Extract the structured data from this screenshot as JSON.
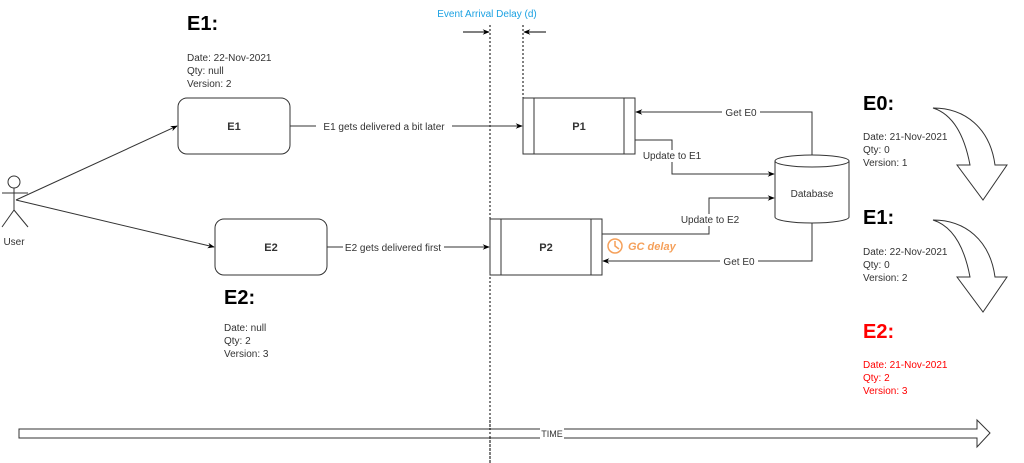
{
  "title": "Event Arrival Delay (d)",
  "actor": {
    "label": "User"
  },
  "events": {
    "e1": {
      "box_label": "E1",
      "heading": "E1:",
      "details": [
        "Date: 22-Nov-2021",
        "Qty: null",
        "Version: 2"
      ],
      "edge_label": "E1 gets delivered a bit later"
    },
    "e2": {
      "box_label": "E2",
      "heading": "E2:",
      "details": [
        "Date: null",
        "Qty: 2",
        "Version: 3"
      ],
      "edge_label": "E2 gets delivered first"
    }
  },
  "processors": {
    "p1": {
      "label": "P1",
      "get_label": "Get E0",
      "update_label": "Update to E1"
    },
    "p2": {
      "label": "P2",
      "get_label": "Get E0",
      "update_label": "Update to E2",
      "delay_label": "GC delay"
    }
  },
  "database": {
    "label": "Database"
  },
  "states": [
    {
      "heading": "E0:",
      "details": [
        "Date: 21-Nov-2021",
        "Qty: 0",
        "Version: 1"
      ],
      "color": "#000000"
    },
    {
      "heading": "E1:",
      "details": [
        "Date: 22-Nov-2021",
        "Qty: 0",
        "Version: 2"
      ],
      "color": "#000000"
    },
    {
      "heading": "E2:",
      "details": [
        "Date: 21-Nov-2021",
        "Qty: 2",
        "Version: 3"
      ],
      "color": "#ff0000"
    }
  ],
  "timeline": {
    "label": "TIME"
  },
  "colors": {
    "delay_title": "#1ba1e2",
    "gc_delay": "#f5a05a",
    "error": "#ff0000",
    "stroke": "#333333"
  }
}
